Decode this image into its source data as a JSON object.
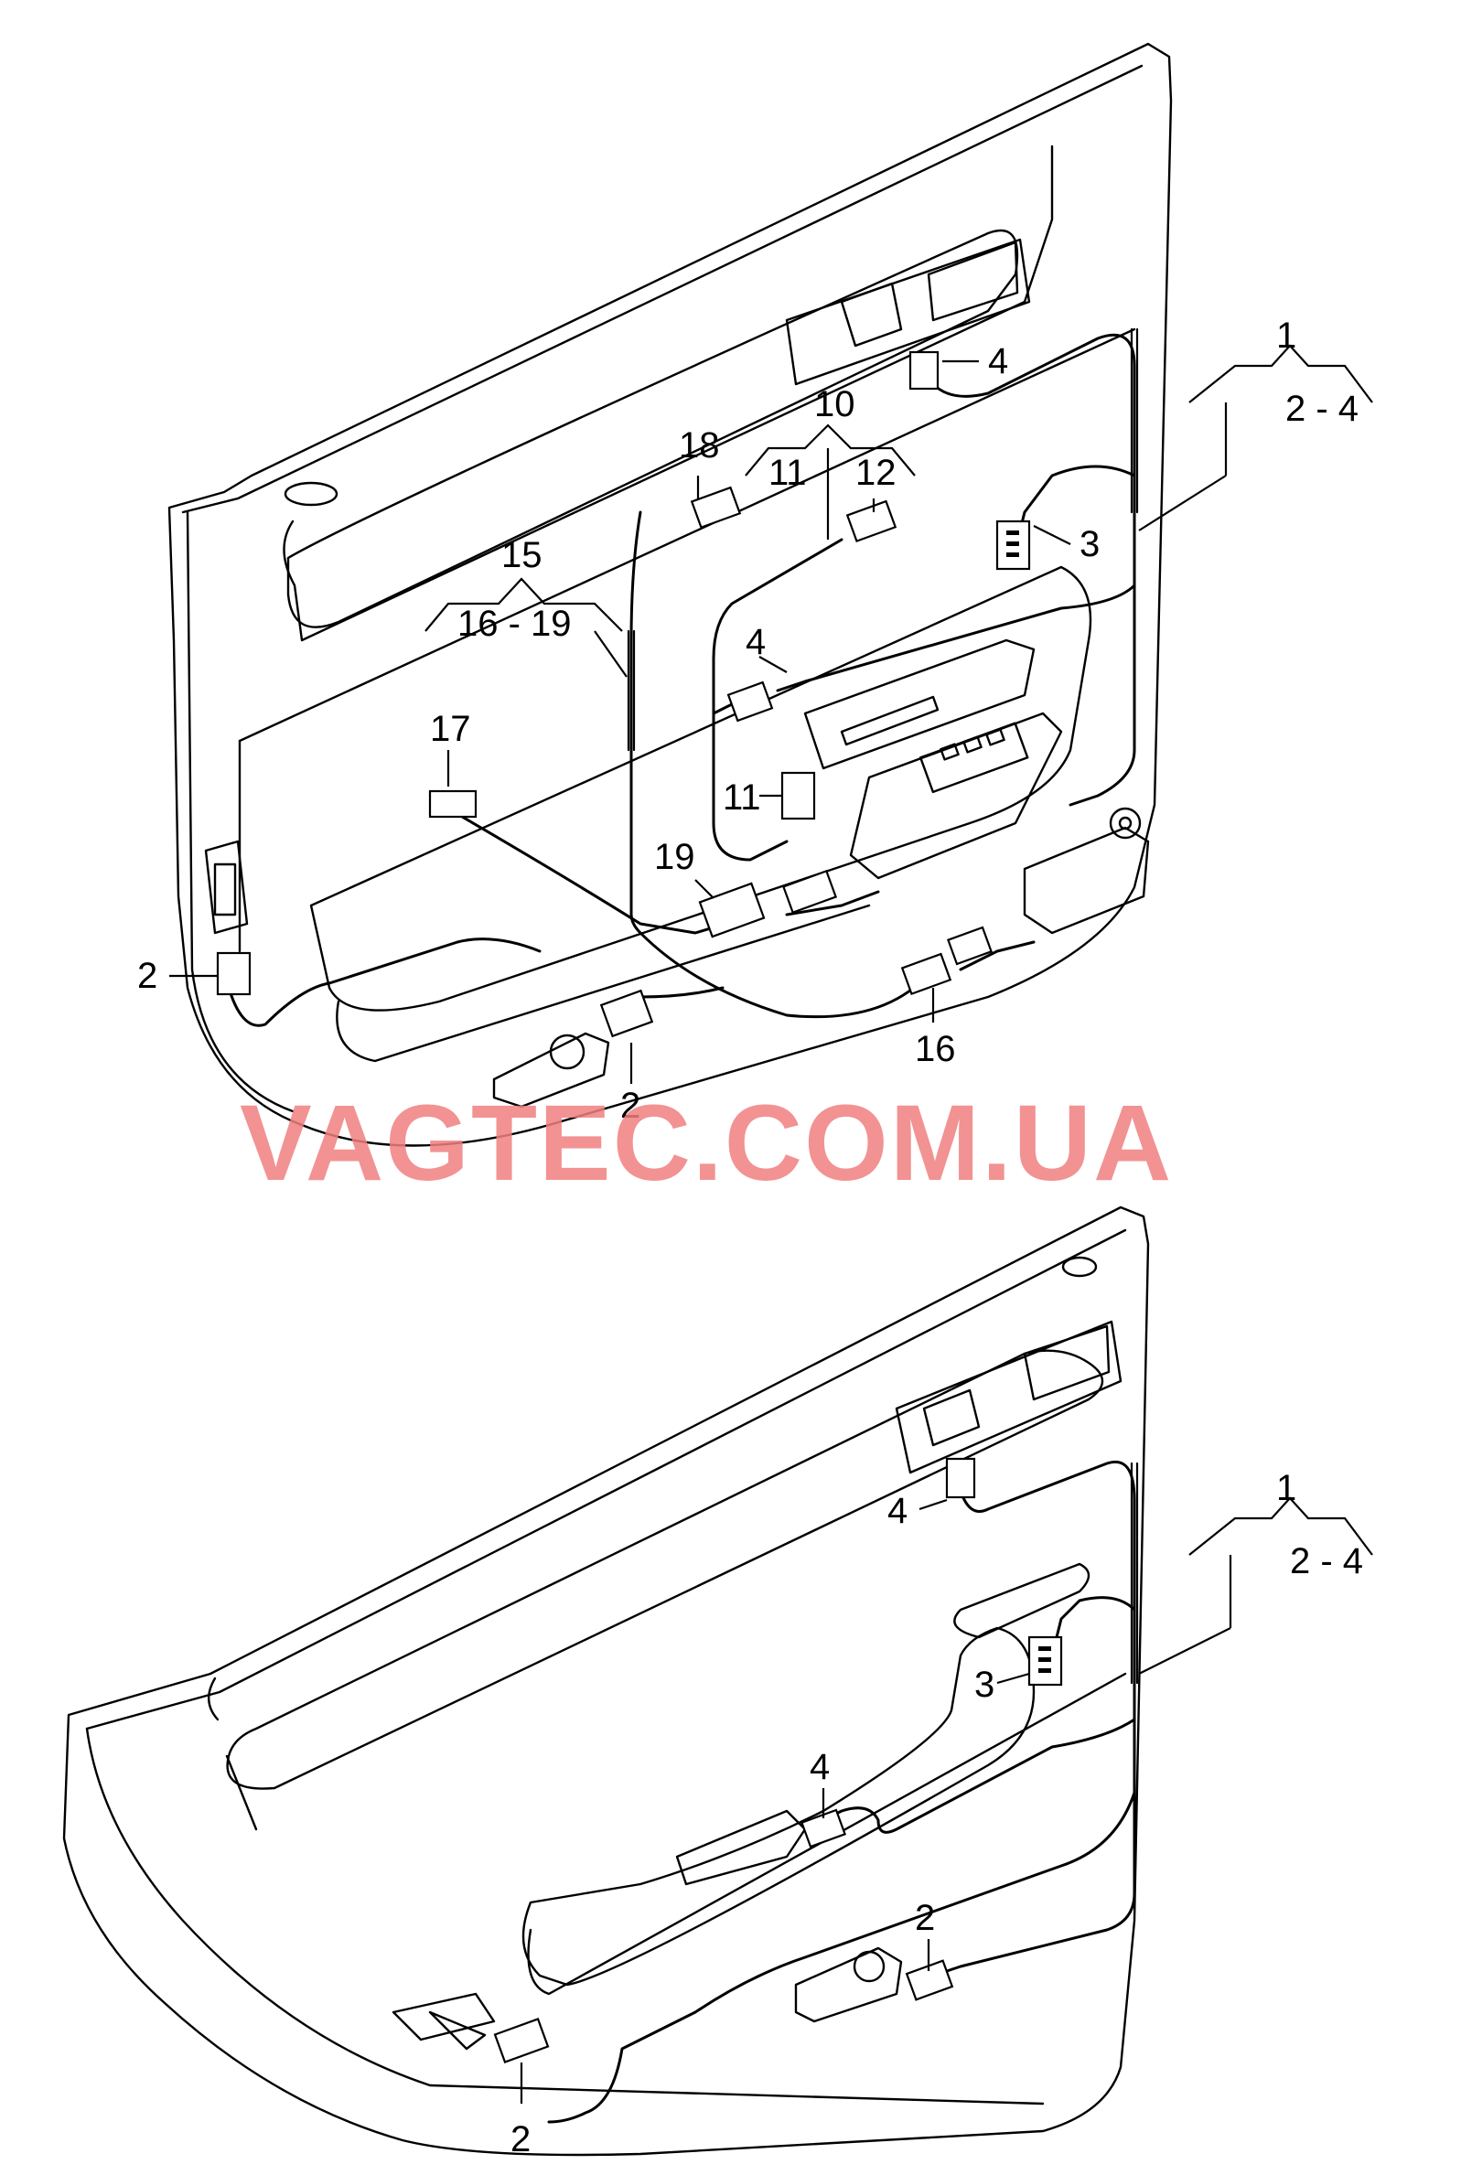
{
  "diagram": {
    "watermark": "VAGTEC.COM.UA",
    "front_door": {
      "callouts": {
        "c1": "1",
        "c1_range": "2 - 4",
        "c4_top": "4",
        "c3": "3",
        "c10": "10",
        "c11_top": "11",
        "c12": "12",
        "c18": "18",
        "c15": "15",
        "c15_range": "16 - 19",
        "c4_mid": "4",
        "c17": "17",
        "c11_mid": "11",
        "c19": "19",
        "c2_left": "2",
        "c2_bottom": "2",
        "c16": "16"
      }
    },
    "rear_door": {
      "callouts": {
        "c1": "1",
        "c1_range": "2 - 4",
        "c4_top": "4",
        "c3": "3",
        "c4_mid": "4",
        "c2_right": "2",
        "c2_bottom": "2"
      }
    }
  }
}
